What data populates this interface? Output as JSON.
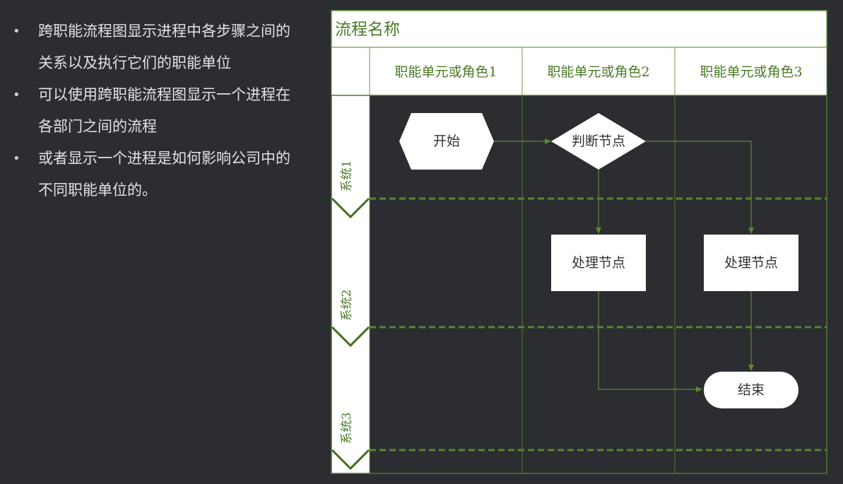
{
  "bullets": [
    "跨职能流程图显示进程中各步骤之间的关系以及执行它们的职能单位",
    "可以使用跨职能流程图显示一个进程在各部门之间的流程",
    "或者显示一个进程是如何影响公司中的不同职能单位的。"
  ],
  "flowchart": {
    "title": "流程名称",
    "columns": [
      "职能单元或角色1",
      "职能单元或角色2",
      "职能单元或角色3"
    ],
    "rows": [
      "系统1",
      "系统2",
      "系统3"
    ],
    "nodes": {
      "start": "开始",
      "decision": "判断节点",
      "process_a": "处理节点",
      "process_b": "处理节点",
      "end": "结束"
    },
    "colors": {
      "frame": "#4f7a2c",
      "divider": "#56862e",
      "header_text": "#4a7a26",
      "node_text": "#333333",
      "connector": "#5a8a34"
    }
  }
}
